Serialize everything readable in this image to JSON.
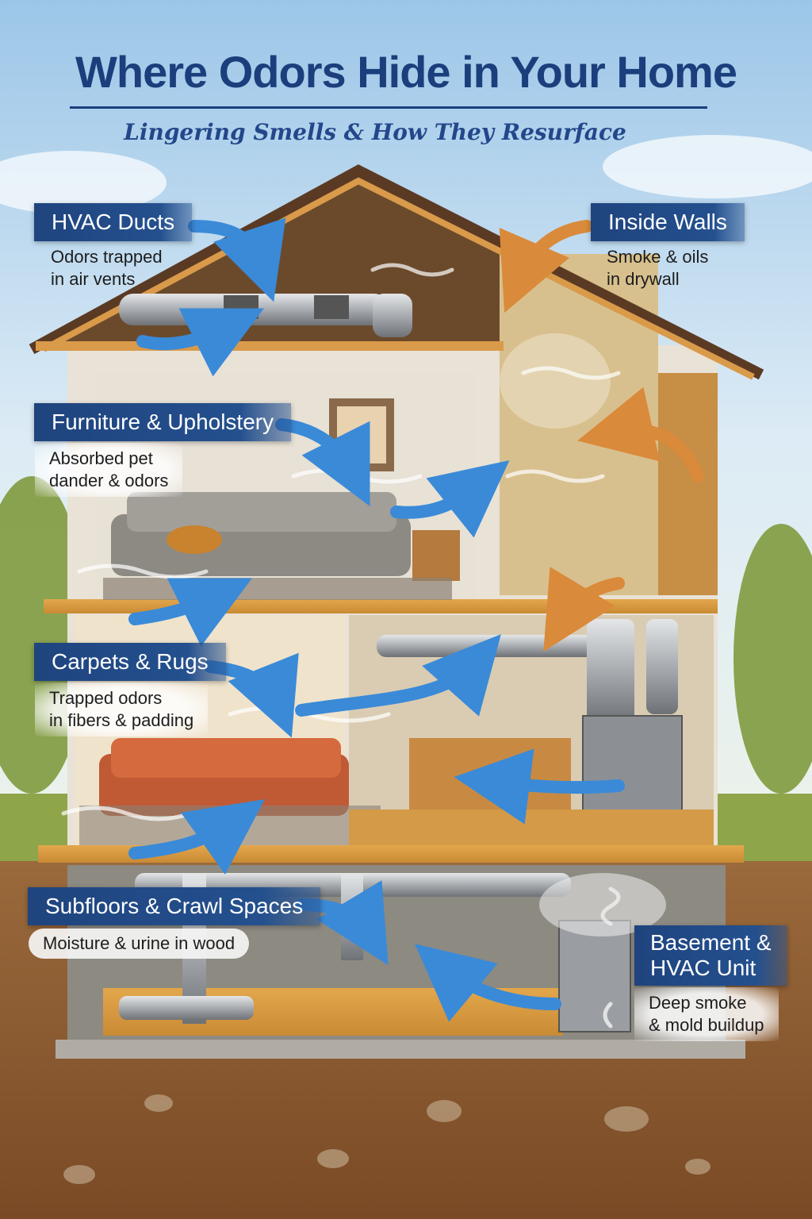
{
  "header": {
    "title": "Where Odors Hide in Your Home",
    "subtitle": "Lingering Smells & How They Resurface"
  },
  "callouts": [
    {
      "title": "HVAC Ducts",
      "description_lines": [
        "Odors trapped",
        "in air vents"
      ],
      "arrow_color": "#3a8ad8"
    },
    {
      "title": "Inside Walls",
      "description_lines": [
        "Smoke & oils",
        "in drywall"
      ],
      "arrow_color": "#d98a3a"
    },
    {
      "title": "Furniture & Upholstery",
      "description_lines": [
        "Absorbed pet",
        "dander & odors"
      ],
      "arrow_color": "#3a8ad8"
    },
    {
      "title": "Carpets & Rugs",
      "description_lines": [
        "Trapped odors",
        "in fibers & padding"
      ],
      "arrow_color": "#3a8ad8"
    },
    {
      "title": "Subfloors & Crawl Spaces",
      "description_lines": [
        "Moisture & urine in wood"
      ],
      "arrow_color": "#3a8ad8"
    },
    {
      "title_lines": [
        "Basement &",
        "HVAC Unit"
      ],
      "description_lines": [
        "Deep smoke",
        "& mold buildup"
      ],
      "arrow_color": "#3a8ad8"
    }
  ],
  "colors": {
    "label_bg": "#1f447e",
    "title": "#1b3f7c",
    "sky": "#bcd9ef",
    "soil": "#8a5a32",
    "wood": "#d9a04e"
  }
}
